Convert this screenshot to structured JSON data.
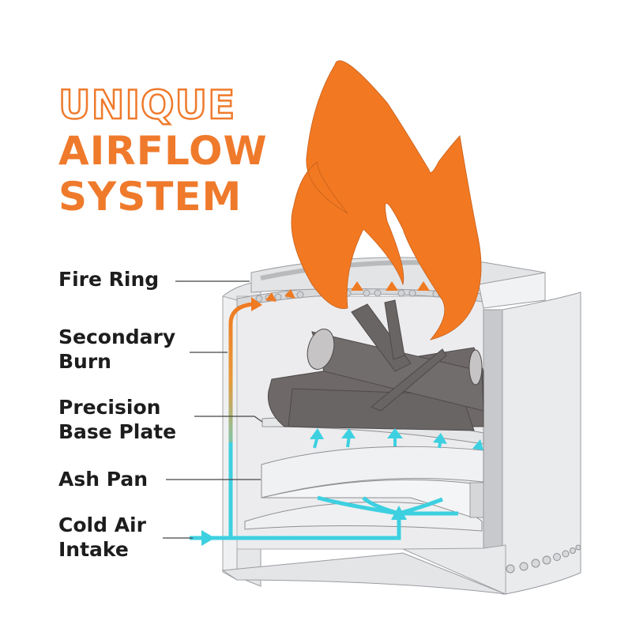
{
  "title": {
    "line1": "UNIQUE",
    "line2": "AIRFLOW",
    "line3": "SYSTEM"
  },
  "labels": {
    "fire_ring": [
      "Fire Ring"
    ],
    "secondary_burn": [
      "Secondary",
      "Burn"
    ],
    "precision_base_plate": [
      "Precision",
      "Base Plate"
    ],
    "ash_pan": [
      "Ash Pan"
    ],
    "cold_air_intake": [
      "Cold Air",
      "Intake"
    ]
  },
  "colors": {
    "accent_orange": "#ef7a2c",
    "airflow_cyan": "#3dd0e0",
    "log_gray": "#6e6868",
    "steel_light": "#e8e9eb",
    "text_dark": "#1d1d1d"
  }
}
